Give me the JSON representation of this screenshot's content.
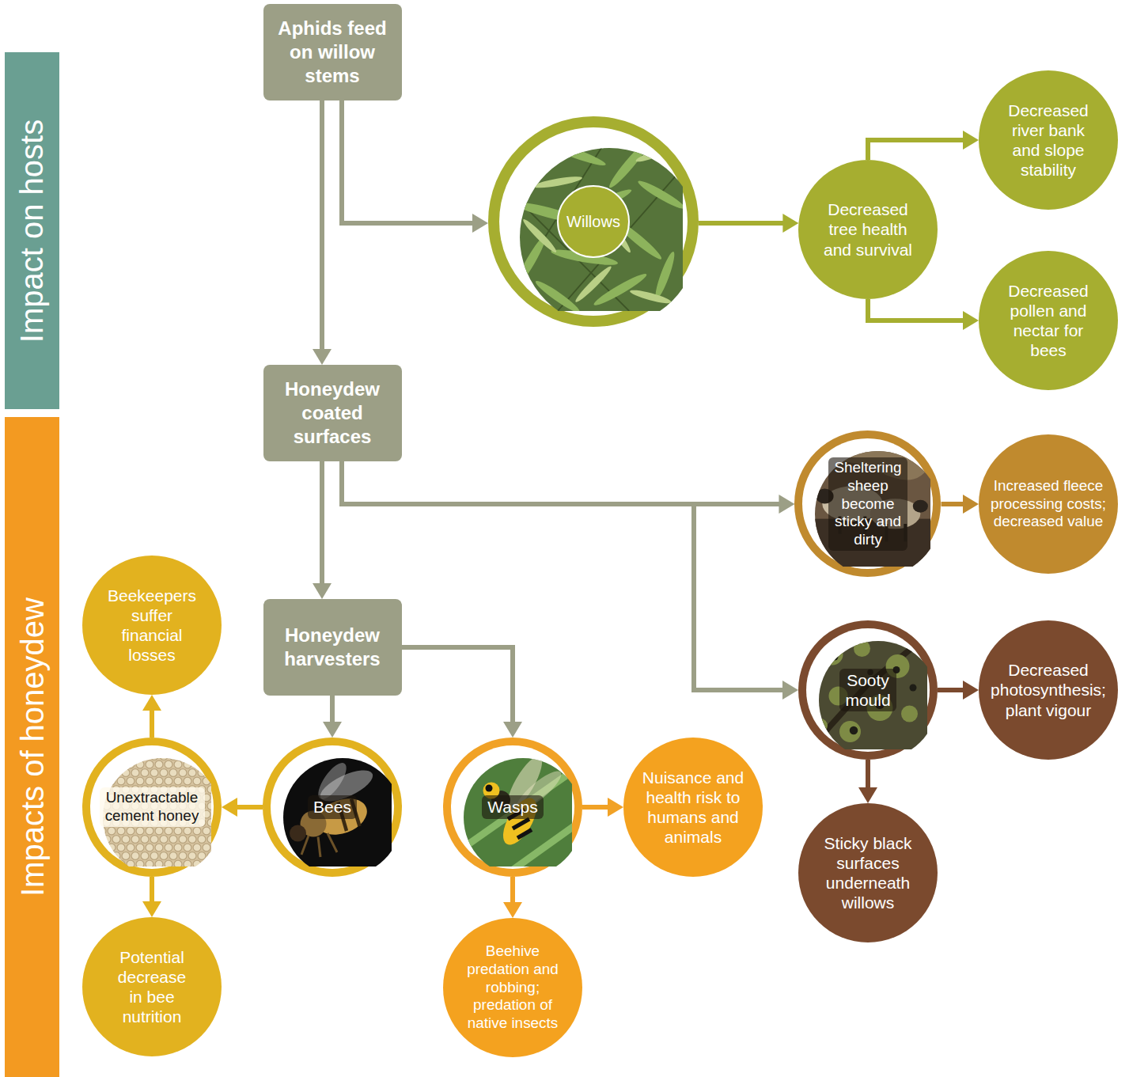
{
  "diagram": {
    "nodes": [
      {
        "text": [
          "Impact on hosts"
        ]
      },
      {
        "text": [
          "Aphids feed on willow stems"
        ]
      },
      {
        "text": [
          "Willows"
        ],
        "in": 0
      },
      {
        "text": [
          "Decreased tree health and survival"
        ],
        "in": 0
      },
      {
        "text": [
          "Decreased river bank and slope stability"
        ],
        "in": 0
      },
      {
        "text": [
          "Decreased pollen and nectar for bees"
        ],
        "in": 0
      },
      {
        "text": [
          "Impacts of honeydew"
        ]
      },
      {
        "text": [
          "Honeydew coated surfaces"
        ]
      },
      {
        "text": [
          "Sheltering sheep become sticky and dirty"
        ],
        "in": 6
      },
      {
        "text": [
          "Increased fleece processing costs; decreased value"
        ],
        "in": 6
      },
      {
        "text": [
          "Honeydew harvesters"
        ],
        "in": 6
      },
      {
        "text": [
          "Sooty mould"
        ],
        "in": 6
      },
      {
        "text": [
          "Decreased photosynthesis; plant vigour"
        ],
        "in": 6
      },
      {
        "text": [
          "Beekeepers suffer financial losses"
        ],
        "in": 6
      },
      {
        "text": [
          "Unextractable cement honey"
        ],
        "in": 6
      },
      {
        "text": [
          "Bees"
        ],
        "in": 6
      },
      {
        "text": [
          "Wasps"
        ],
        "in": 6
      },
      {
        "text": [
          "Nuisance and health risk to humans and animals"
        ],
        "in": 6
      },
      {
        "text": [
          "Potential decrease in bee nutrition"
        ],
        "in": 6
      },
      {
        "text": [
          "Beehive predation and robbing; predation of native insects"
        ],
        "in": 6
      },
      {
        "text": [
          "Sticky black surfaces underneath willows"
        ],
        "in": 6
      }
    ],
    "edges": [
      {
        "from": 1,
        "to": 2,
        "arrow": "to"
      },
      {
        "from": 1,
        "to": 7,
        "arrow": "to"
      },
      {
        "from": 2,
        "to": 3,
        "arrow": "to"
      },
      {
        "from": 3,
        "to": 4,
        "arrow": "to"
      },
      {
        "from": 3,
        "to": 5,
        "arrow": "to"
      },
      {
        "from": 7,
        "to": 8,
        "arrow": "to"
      },
      {
        "from": 7,
        "to": 11,
        "arrow": "to"
      },
      {
        "from": 7,
        "to": 10,
        "arrow": "to"
      },
      {
        "from": 10,
        "to": 15,
        "arrow": "to"
      },
      {
        "from": 10,
        "to": 16,
        "arrow": "to"
      },
      {
        "from": 15,
        "to": 14,
        "arrow": "to"
      },
      {
        "from": 14,
        "to": 13,
        "arrow": "to"
      },
      {
        "from": 14,
        "to": 18,
        "arrow": "to"
      },
      {
        "from": 16,
        "to": 17,
        "arrow": "to"
      },
      {
        "from": 16,
        "to": 19,
        "arrow": "to"
      },
      {
        "from": 8,
        "to": 9,
        "arrow": "to"
      },
      {
        "from": 11,
        "to": 12,
        "arrow": "to"
      },
      {
        "from": 11,
        "to": 20,
        "arrow": "to"
      }
    ]
  }
}
